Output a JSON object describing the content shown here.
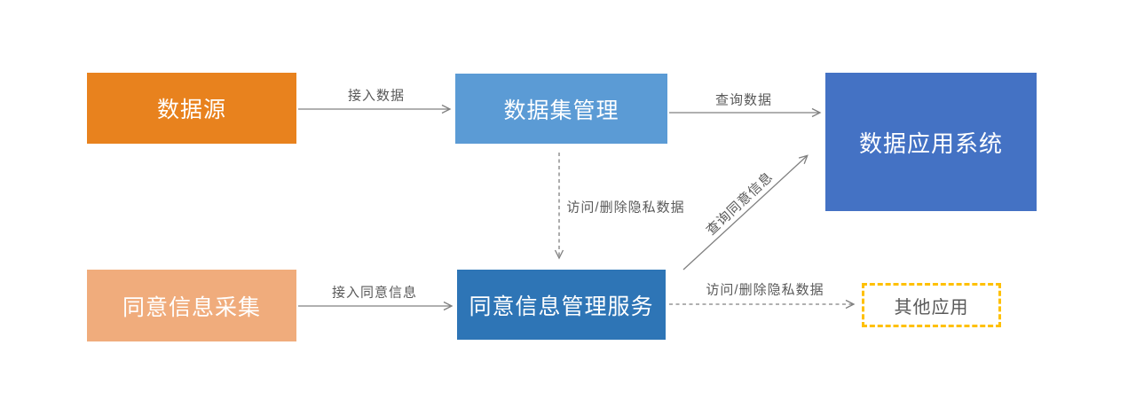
{
  "diagram": {
    "title": "data-consent-management-flow",
    "nodes": [
      {
        "id": "data-source",
        "label": "数据源",
        "fill": "#E8821E",
        "text_color": "#FFFFFF",
        "border": "none"
      },
      {
        "id": "dataset-management",
        "label": "数据集管理",
        "fill": "#5B9BD5",
        "text_color": "#FFFFFF",
        "border": "none"
      },
      {
        "id": "data-app-system",
        "label": "数据应用系统",
        "fill": "#4472C4",
        "text_color": "#FFFFFF",
        "border": "none"
      },
      {
        "id": "consent-collection",
        "label": "同意信息采集",
        "fill": "#F0AC7C",
        "text_color": "#FFFFFF",
        "border": "none"
      },
      {
        "id": "consent-management",
        "label": "同意信息管理服务",
        "fill": "#2E75B6",
        "text_color": "#FFFFFF",
        "border": "none"
      },
      {
        "id": "other-apps",
        "label": "其他应用",
        "fill": "#FFFFFF",
        "text_color": "#595959",
        "border": "dashed #FFC000"
      }
    ],
    "edges": [
      {
        "id": "access-data",
        "label": "接入数据",
        "from": "data-source",
        "to": "dataset-management",
        "style": "solid"
      },
      {
        "id": "query-data",
        "label": "查询数据",
        "from": "dataset-management",
        "to": "data-app-system",
        "style": "solid"
      },
      {
        "id": "access-delete-private-data-1",
        "label": "访问/删除隐私数据",
        "from": "dataset-management",
        "to": "consent-management",
        "style": "dashed"
      },
      {
        "id": "access-consent-info",
        "label": "接入同意信息",
        "from": "consent-collection",
        "to": "consent-management",
        "style": "solid"
      },
      {
        "id": "query-consent-info",
        "label": "查询同意信息",
        "from": "consent-management",
        "to": "data-app-system",
        "style": "solid"
      },
      {
        "id": "access-delete-private-data-2",
        "label": "访问/删除隐私数据",
        "from": "consent-management",
        "to": "other-apps",
        "style": "dashed"
      }
    ],
    "colors": {
      "node_orange": "#E8821E",
      "node_light_blue": "#5B9BD5",
      "node_blue": "#4472C4",
      "node_dark_blue": "#2E75B6",
      "node_light_orange": "#F0AC7C",
      "node_yellow_border": "#FFC000",
      "edge_line_gray": "#808080",
      "edge_label_gray": "#595959",
      "background": "#FFFFFF"
    }
  }
}
